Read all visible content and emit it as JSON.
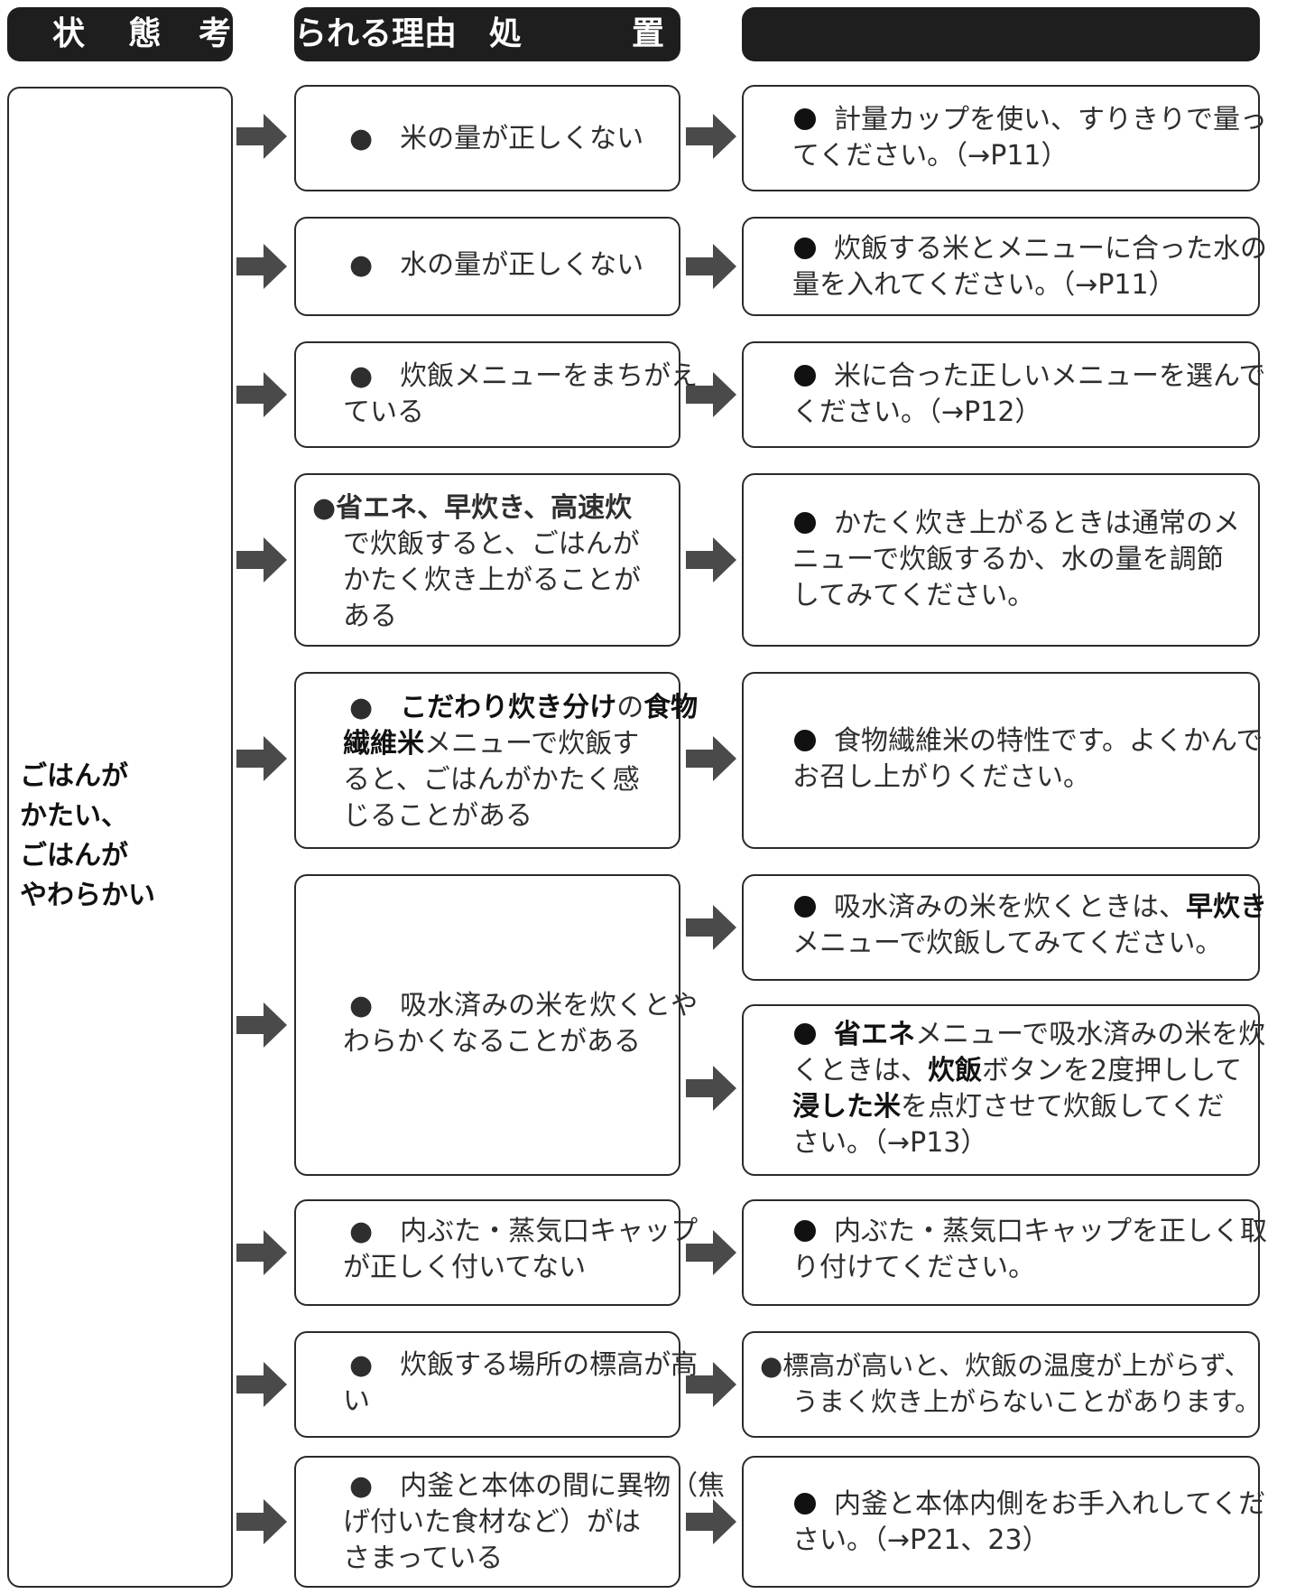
{
  "header": {
    "col1": "状　 態",
    "col1_overflow": "考",
    "col2": "られる理由　処",
    "col2_end": "置",
    "col3": ""
  },
  "state": {
    "lines": [
      "ごはんが",
      "かたい、",
      "ごはんが",
      "やわらかい"
    ]
  },
  "reasons": [
    {
      "lines": [
        "●　米の量が正しくない"
      ]
    },
    {
      "lines": [
        "●　水の量が正しくない"
      ]
    },
    {
      "lines": [
        "●　炊飯メニューをまちがえ",
        "ている"
      ]
    },
    {
      "bold": "●省エネ、早炊き、高速炊",
      "lines": [
        "で炊飯すると、ごはんが",
        "かたく炊き上がることが",
        "ある"
      ]
    },
    {
      "bold_a": "こだわり炊き分け",
      "text_a": "の",
      "bold_b": "食物",
      "bold_c": "繊維米",
      "lines": [
        "メニューで炊飯す",
        "ると、ごはんがかたく感",
        "じることがある"
      ]
    },
    {
      "lines": [
        "●　吸水済みの米を炊くとや",
        "わらかくなることがある"
      ]
    },
    {
      "lines": [
        "●　内ぶた・蒸気口キャップ",
        "が正しく付いてない"
      ]
    },
    {
      "lines": [
        "●　炊飯する場所の標高が高",
        "い"
      ]
    },
    {
      "lines": [
        "●　内釜と本体の間に異物（焦",
        "げ付いた食材など）がは",
        "さまっている"
      ]
    }
  ],
  "remedies": [
    {
      "lines": [
        "計量カップを使い、すりきりで量っ",
        "てください。（→P11）"
      ]
    },
    {
      "lines": [
        "炊飯する米とメニューに合った水の",
        "量を入れてください。（→P11）"
      ]
    },
    {
      "lines": [
        "米に合った正しいメニューを選んで",
        "ください。（→P12）"
      ]
    },
    {
      "lines": [
        "かたく炊き上がるときは通常のメ",
        "ニューで炊飯するか、水の量を調節",
        "してみてください。"
      ]
    },
    {
      "lines": [
        "食物繊維米の特性です。よくかんで",
        "お召し上がりください。"
      ]
    },
    {
      "text_a": "吸水済みの米を炊くときは、",
      "bold_a": "早炊き",
      "lines": [
        "メニューで炊飯してみてください。"
      ]
    },
    {
      "bold_a": "省エネ",
      "text_a": "メニューで吸水済みの米を炊",
      "l2a": "くときは、",
      "l2b": "炊飯",
      "l2c": "ボタンを2度押しして",
      "l3a": "浸した米",
      "l3b": "を点灯させて炊飯してくだ",
      "l4": "さい。（→P13）"
    },
    {
      "lines": [
        "内ぶた・蒸気口キャップを正しく取",
        "り付けてください。"
      ]
    },
    {
      "lines": [
        "●標高が高いと、炊飯の温度が上がらず、",
        "うまく炊き上がらないことがあります。"
      ]
    },
    {
      "lines": [
        "内釜と本体内側をお手入れしてくだ",
        "さい。（→P21、23）"
      ]
    }
  ]
}
